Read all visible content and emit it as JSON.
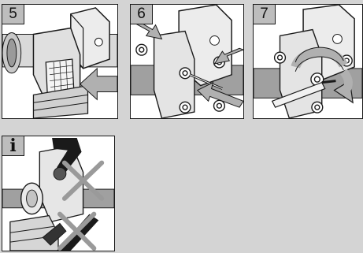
{
  "steps": [
    {
      "label": "5"
    },
    {
      "label": "6"
    },
    {
      "label": "7"
    }
  ],
  "info": {
    "label": "i"
  },
  "colors": {
    "background": "#d4d4d4",
    "panel": "#ffffff",
    "pipe": "#a0a0a0",
    "body": "#e6e6e6",
    "arrow": "#b0b0b0",
    "line": "#1a1a1a"
  }
}
